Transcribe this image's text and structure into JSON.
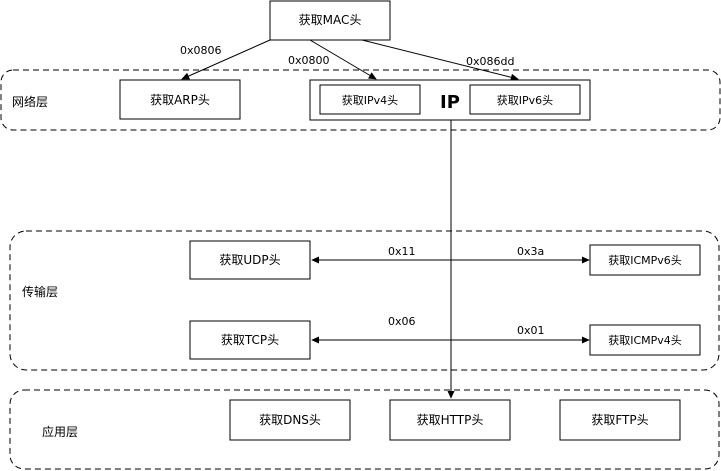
{
  "layers": {
    "network": "网络层",
    "transport": "传输层",
    "application": "应用层"
  },
  "nodes": {
    "mac": "获取MAC头",
    "arp": "获取ARP头",
    "ipv4": "获取IPv4头",
    "ip": "IP",
    "ipv6": "获取IPv6头",
    "udp": "获取UDP头",
    "icmpv6": "获取ICMPv6头",
    "tcp": "获取TCP头",
    "icmpv4": "获取ICMPv4头",
    "dns": "获取DNS头",
    "http": "获取HTTP头",
    "ftp": "获取FTP头"
  },
  "edges": {
    "arp_type": "0x0806",
    "ipv4_type": "0x0800",
    "ipv6_type": "0x086dd",
    "udp_proto": "0x11",
    "icmpv6_proto": "0x3a",
    "tcp_proto": "0x06",
    "icmpv4_proto": "0x01"
  }
}
